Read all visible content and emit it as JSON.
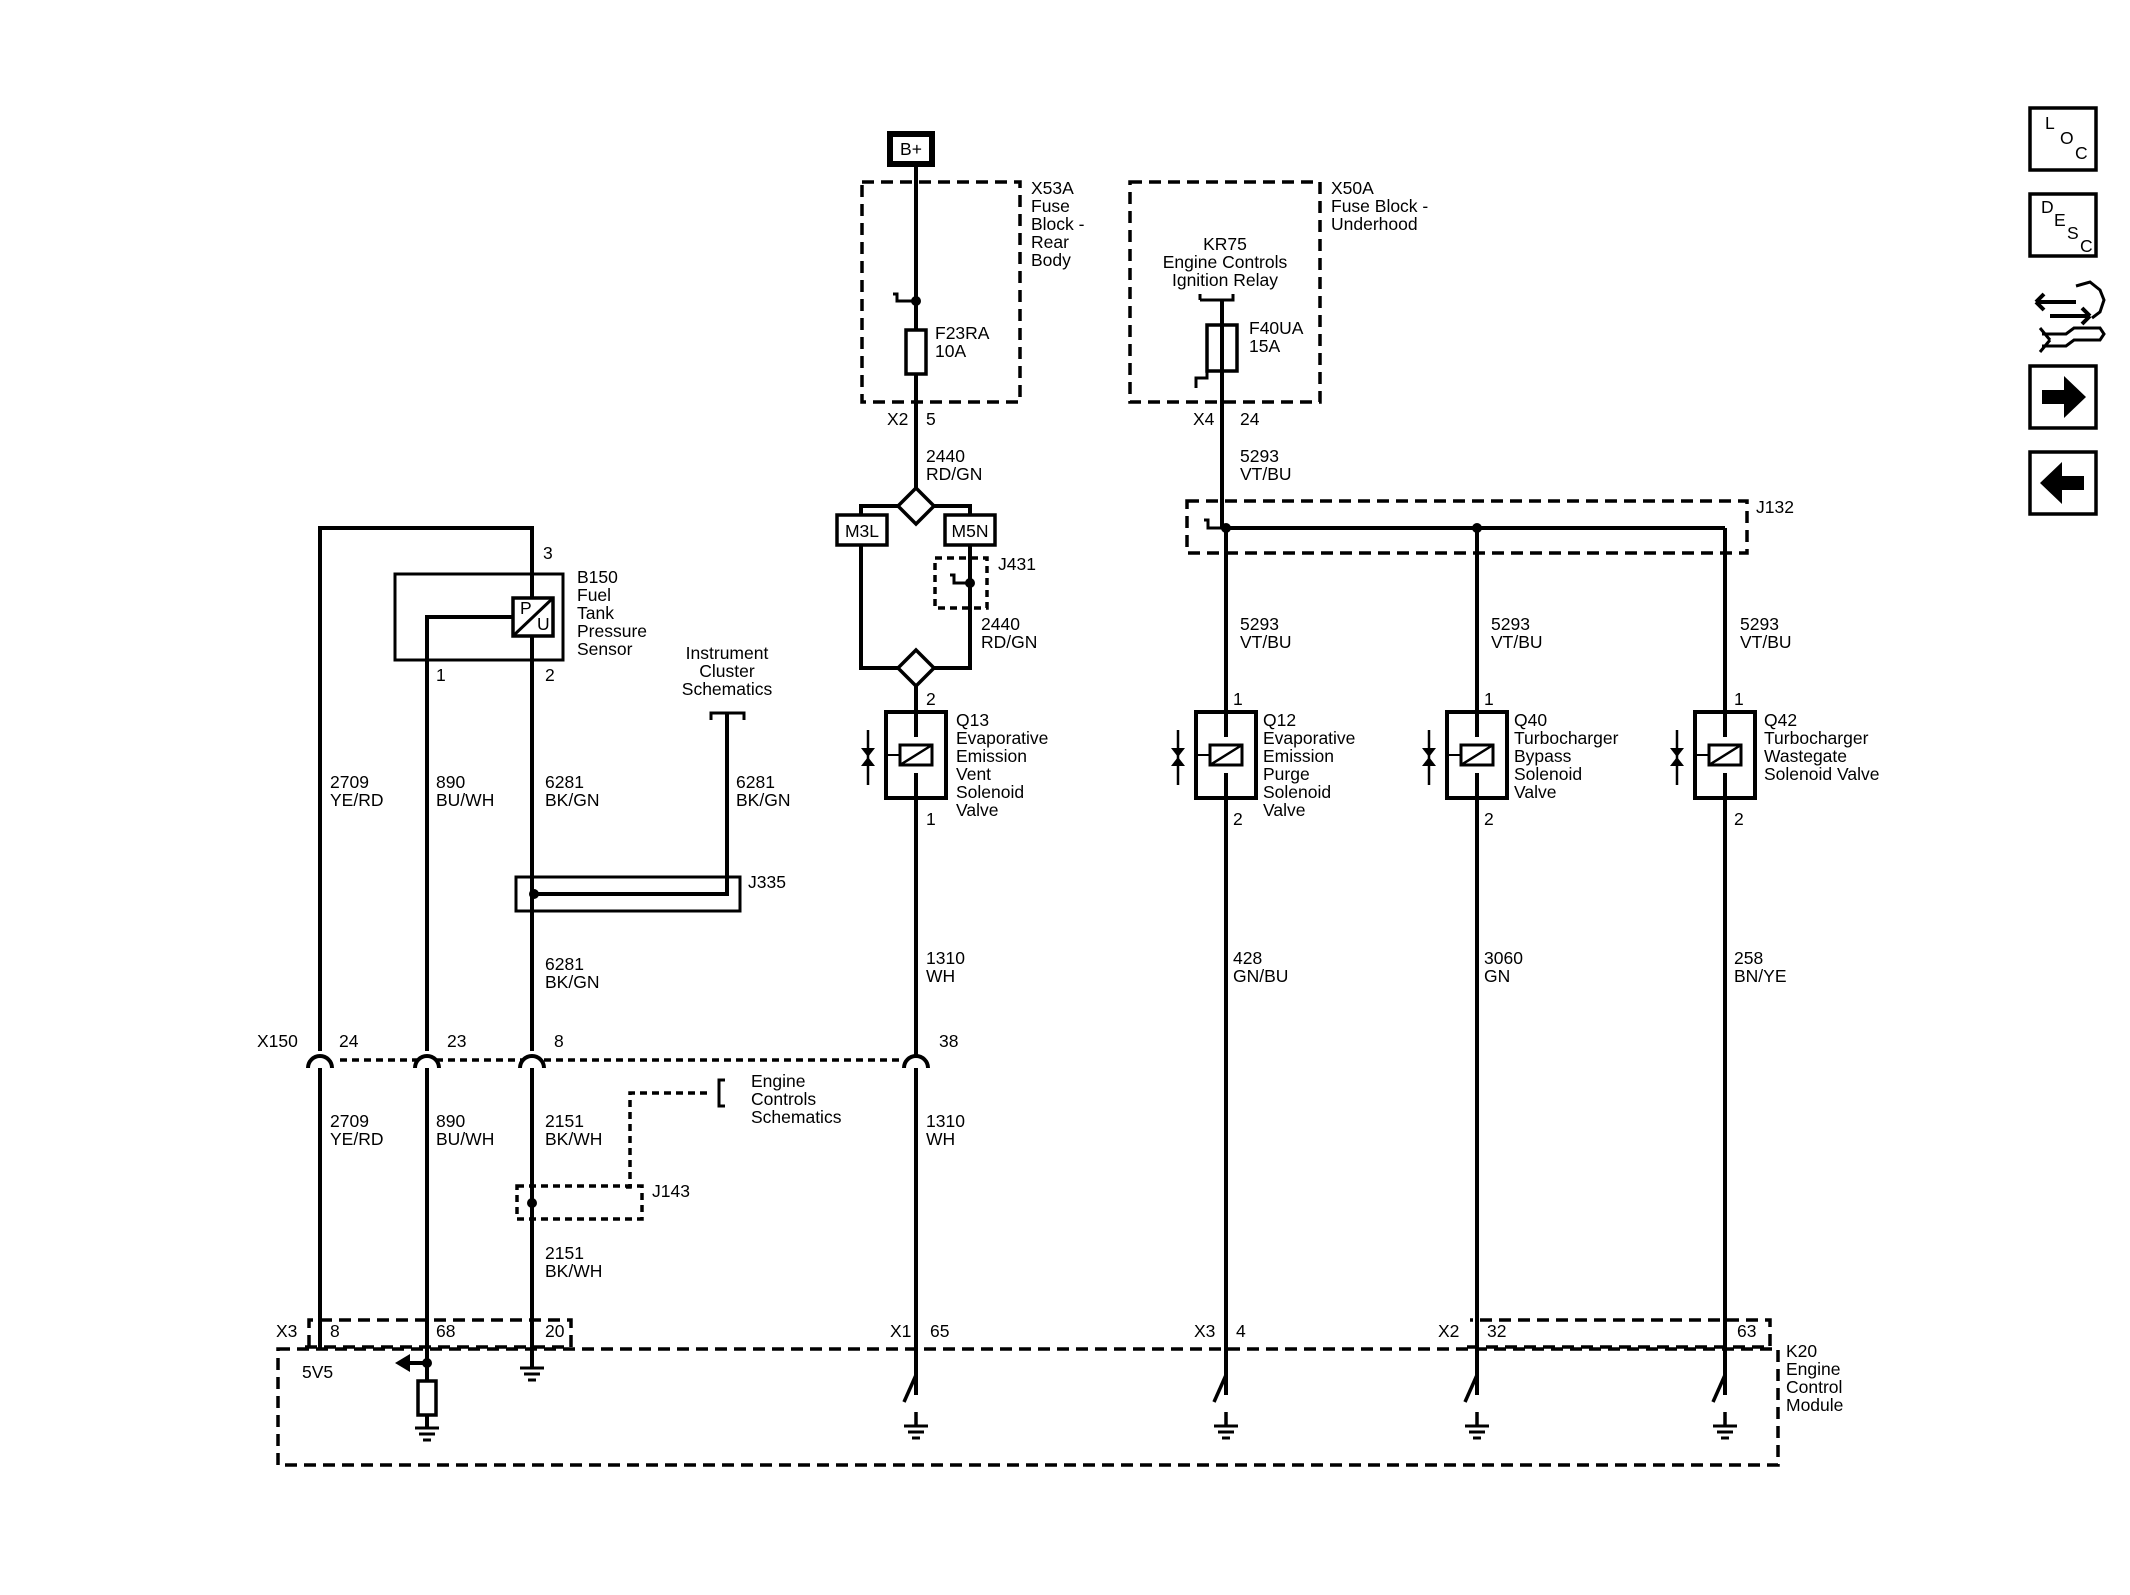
{
  "supply": {
    "label": "B+"
  },
  "fuse_blocks": {
    "rear": {
      "id": "X53A",
      "name_lines": [
        "Fuse",
        "Block -",
        "Rear",
        "Body"
      ],
      "fuse": "F23RA",
      "rating": "10A",
      "connector": "X2",
      "pin": "5"
    },
    "underhood": {
      "id": "X50A",
      "name_lines": [
        "Fuse Block -",
        "Underhood"
      ],
      "relay_lines": [
        "KR75",
        "Engine Controls",
        "Ignition Relay"
      ],
      "fuse": "F40UA",
      "rating": "15A",
      "connector": "X4",
      "pin": "24"
    }
  },
  "splice_connectors": {
    "m3l": "M3L",
    "m5n": "M5N",
    "j431": "J431",
    "j132": "J132",
    "j335": "J335",
    "j143": "J143"
  },
  "sensor": {
    "id": "B150",
    "name_lines": [
      "Fuel",
      "Tank",
      "Pressure",
      "Sensor"
    ],
    "pin_top": "3",
    "pin_left": "1",
    "pin_right": "2",
    "glyph_p": "P",
    "glyph_u": "U"
  },
  "references": {
    "instrument": [
      "Instrument",
      "Cluster",
      "Schematics"
    ],
    "engine": [
      "Engine",
      "Controls",
      "Schematics"
    ]
  },
  "solenoids": [
    {
      "id": "Q13",
      "name_lines": [
        "Evaporative",
        "Emission",
        "Vent",
        "Solenoid",
        "Valve"
      ],
      "pin_top": "2",
      "pin_bottom": "1"
    },
    {
      "id": "Q12",
      "name_lines": [
        "Evaporative",
        "Emission",
        "Purge",
        "Solenoid",
        "Valve"
      ],
      "pin_top": "1",
      "pin_bottom": "2"
    },
    {
      "id": "Q40",
      "name_lines": [
        "Turbocharger",
        "Bypass",
        "Solenoid",
        "Valve"
      ],
      "pin_top": "1",
      "pin_bottom": "2"
    },
    {
      "id": "Q42",
      "name_lines": [
        "Turbocharger",
        "Wastegate",
        "Solenoid Valve"
      ],
      "pin_top": "1",
      "pin_bottom": "2"
    }
  ],
  "wires": {
    "w2440_top": [
      "2440",
      "RD/GN"
    ],
    "w2440_mid": [
      "2440",
      "RD/GN"
    ],
    "w5293_top": [
      "5293",
      "VT/BU"
    ],
    "w5293_a": [
      "5293",
      "VT/BU"
    ],
    "w5293_b": [
      "5293",
      "VT/BU"
    ],
    "w5293_c": [
      "5293",
      "VT/BU"
    ],
    "w2709_up": [
      "2709",
      "YE/RD"
    ],
    "w890_up": [
      "890",
      "BU/WH"
    ],
    "w6281_a": [
      "6281",
      "BK/GN"
    ],
    "w6281_b": [
      "6281",
      "BK/GN"
    ],
    "w6281_c": [
      "6281",
      "BK/GN"
    ],
    "w1310_up": [
      "1310",
      "WH"
    ],
    "w428": [
      "428",
      "GN/BU"
    ],
    "w3060": [
      "3060",
      "GN"
    ],
    "w258": [
      "258",
      "BN/YE"
    ],
    "w2709_dn": [
      "2709",
      "YE/RD"
    ],
    "w890_dn": [
      "890",
      "BU/WH"
    ],
    "w2151_a": [
      "2151",
      "BK/WH"
    ],
    "w2151_b": [
      "2151",
      "BK/WH"
    ],
    "w1310_dn": [
      "1310",
      "WH"
    ]
  },
  "inline_connector": {
    "id": "X150",
    "pins": [
      "24",
      "23",
      "8",
      "38"
    ]
  },
  "module": {
    "id": "K20",
    "name_lines": [
      "Engine",
      "Control",
      "Module"
    ],
    "reference_label": "5V5",
    "pins": [
      {
        "connector": "X3",
        "pin": "8"
      },
      {
        "connector": "",
        "pin": "68"
      },
      {
        "connector": "",
        "pin": "20"
      },
      {
        "connector": "X1",
        "pin": "65"
      },
      {
        "connector": "X3",
        "pin": "4"
      },
      {
        "connector": "X2",
        "pin": "32"
      },
      {
        "connector": "",
        "pin": "63"
      }
    ]
  },
  "nav": {
    "loc": [
      "L",
      "O",
      "C"
    ],
    "desc": [
      "D",
      "E",
      "S",
      "C"
    ],
    "icons": [
      "diagnostic-tools-icon",
      "next-arrow-icon",
      "previous-arrow-icon"
    ]
  }
}
